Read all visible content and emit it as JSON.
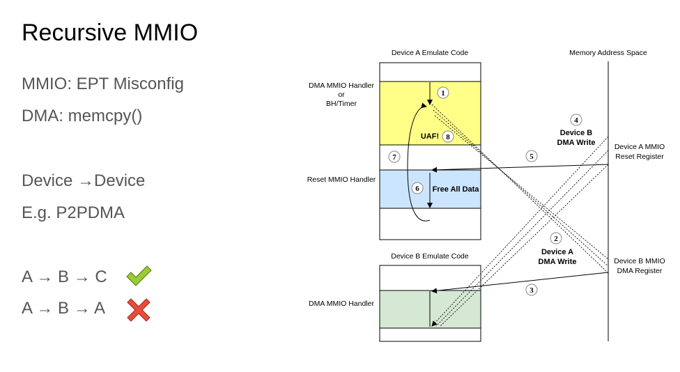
{
  "slide": {
    "title": "Recursive MMIO",
    "bullets": [
      "MMIO: EPT Misconfig",
      "DMA: memcpy()",
      "Device →Device",
      "E.g. P2PDMA",
      "A → B → C",
      "A → B → A"
    ],
    "check_color": "#9acd32",
    "cross_color": "#e74c3c"
  },
  "diagram": {
    "device_a_title": "Device A Emulate Code",
    "device_b_title": "Device B Emulate Code",
    "memory_title": "Memory Address Space",
    "dma_handler_label": [
      "DMA MMIO Handler",
      "or",
      "BH/Timer"
    ],
    "reset_handler_label": "Reset MMIO Handler",
    "dev_b_dma_handler_label": "DMA MMIO Handler",
    "uaf_label": "UAF!",
    "free_all_label": "Free All Data",
    "device_b_write_label": [
      "Device B",
      "DMA Write"
    ],
    "device_a_write_label": [
      "Device A",
      "DMA Write"
    ],
    "reset_register_label": [
      "Device A MMIO",
      "Reset Register"
    ],
    "dma_register_label": [
      "Device B MMIO",
      "DMA Register"
    ],
    "steps": [
      "1",
      "2",
      "3",
      "4",
      "5",
      "6",
      "7",
      "8"
    ],
    "colors": {
      "yellow": "#ffff88",
      "blue": "#cce5ff",
      "green": "#d5e8d4"
    }
  }
}
